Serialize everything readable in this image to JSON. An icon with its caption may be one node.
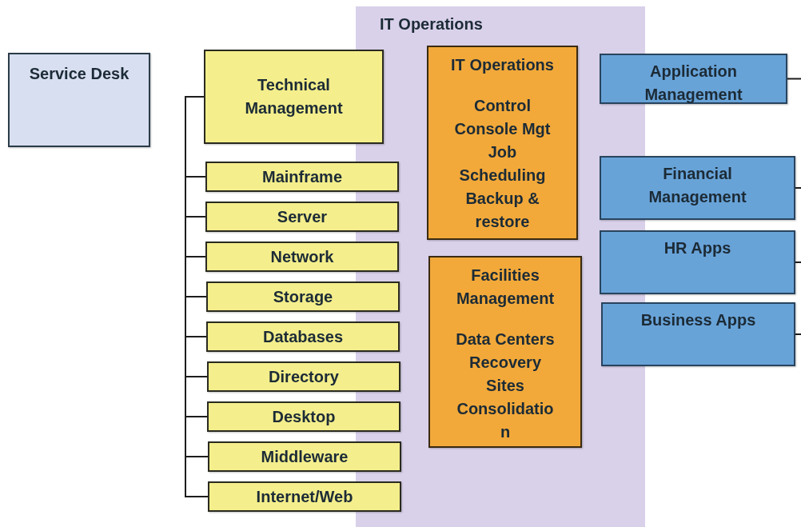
{
  "diagram": {
    "nodes": [
      {
        "text": [
          "Service Desk"
        ]
      },
      {
        "text": [
          "IT Operations"
        ]
      },
      {
        "text": [
          "Technical Management"
        ]
      },
      {
        "text": [
          "Mainframe"
        ]
      },
      {
        "text": [
          "Server"
        ]
      },
      {
        "text": [
          "Network"
        ]
      },
      {
        "text": [
          "Storage"
        ]
      },
      {
        "text": [
          "Databases"
        ]
      },
      {
        "text": [
          "Directory"
        ]
      },
      {
        "text": [
          "Desktop"
        ]
      },
      {
        "text": [
          "Middleware"
        ]
      },
      {
        "text": [
          "Internet/Web"
        ]
      },
      {
        "text": [
          "IT Operations",
          "Control Console Mgt Job Scheduling Backup & restore"
        ],
        "in": 1
      },
      {
        "text": [
          "Facilities Management",
          "Data Centers Recovery Sites Consolidatio n"
        ],
        "in": 1
      },
      {
        "text": [
          "Application Management"
        ]
      },
      {
        "text": [
          "Financial Management"
        ]
      },
      {
        "text": [
          "HR Apps"
        ]
      },
      {
        "text": [
          "Business Apps"
        ]
      }
    ],
    "edges": [
      {
        "from": 2,
        "to": 3,
        "arrow": "none"
      },
      {
        "from": 2,
        "to": 4,
        "arrow": "none"
      },
      {
        "from": 2,
        "to": 5,
        "arrow": "none"
      },
      {
        "from": 2,
        "to": 6,
        "arrow": "none"
      },
      {
        "from": 2,
        "to": 7,
        "arrow": "none"
      },
      {
        "from": 2,
        "to": 8,
        "arrow": "none"
      },
      {
        "from": 2,
        "to": 9,
        "arrow": "none"
      },
      {
        "from": 2,
        "to": 10,
        "arrow": "none"
      },
      {
        "from": 2,
        "to": 11,
        "arrow": "none"
      },
      {
        "from": 14,
        "to": null,
        "arrow": "none"
      },
      {
        "from": 15,
        "to": null,
        "arrow": "none"
      },
      {
        "from": 16,
        "to": null,
        "arrow": "none"
      },
      {
        "from": 17,
        "to": null,
        "arrow": "none"
      }
    ]
  }
}
